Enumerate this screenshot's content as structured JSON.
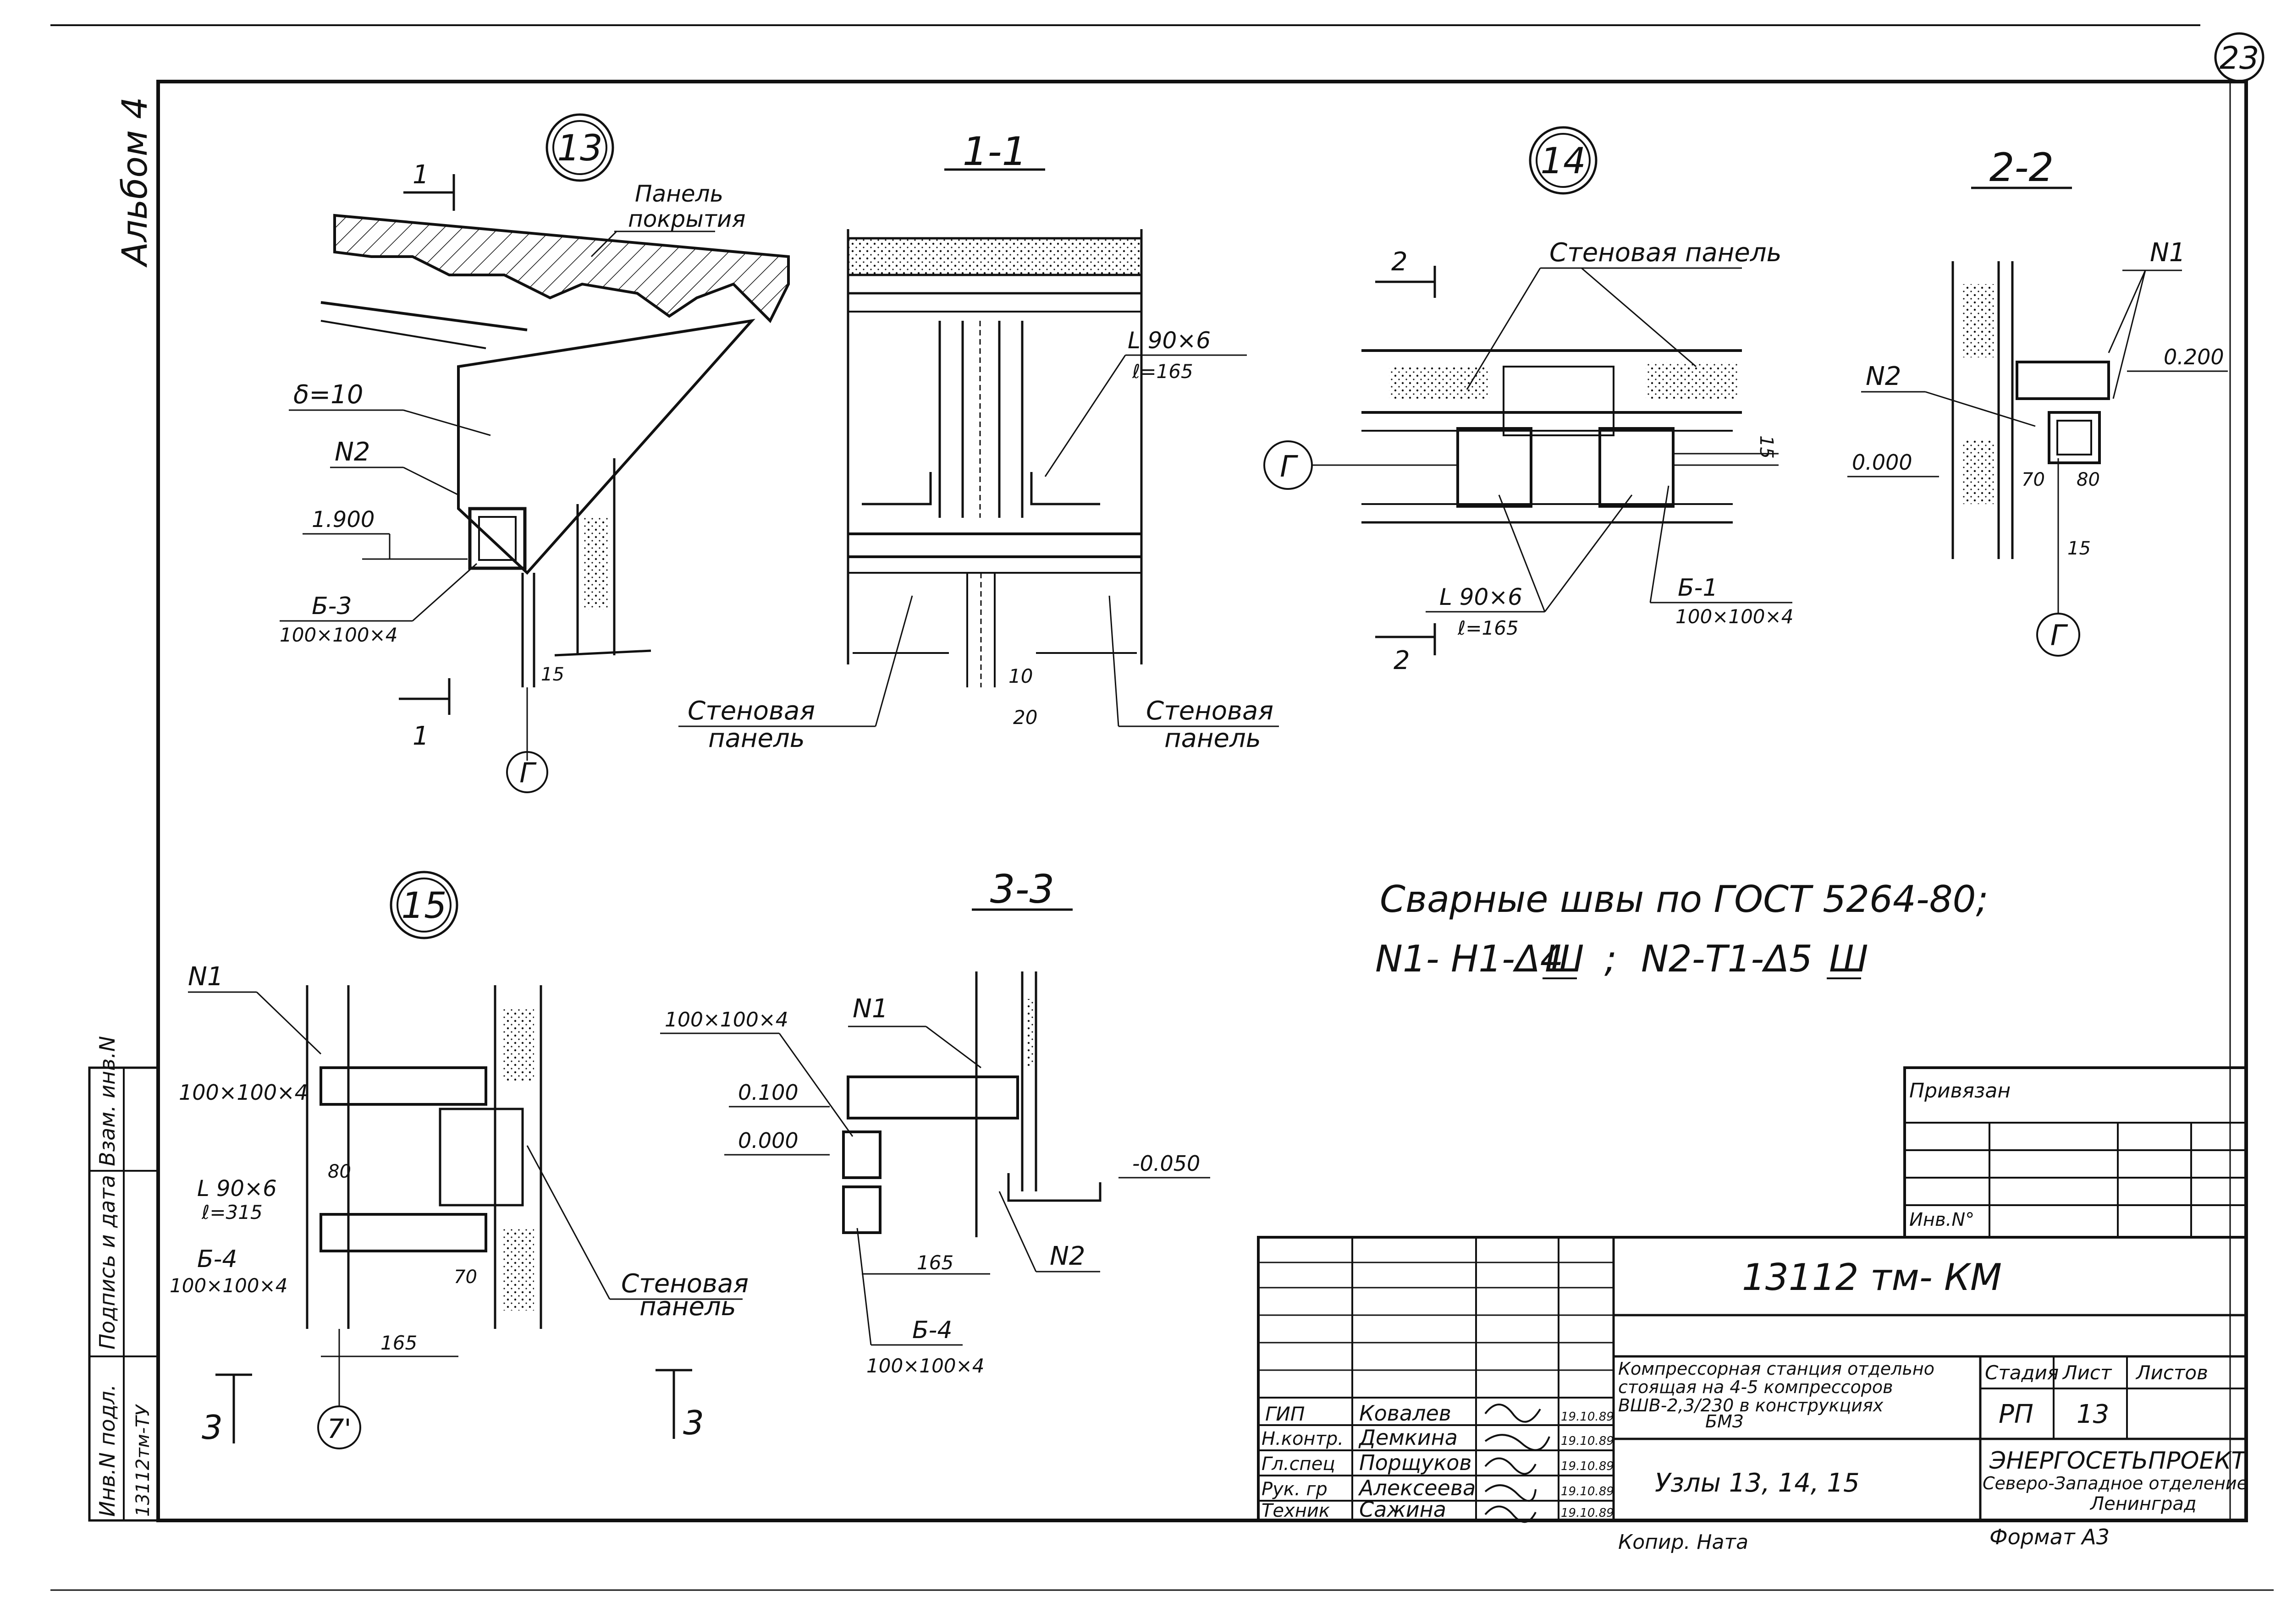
{
  "sheet": {
    "page_number": "23",
    "album": "Альбом 4",
    "note_line1": "Сварные швы по ГОСТ 5264-80;",
    "note_line2": "N1- Н1-Δ4",
    "note_line2_mark": "Ш",
    "note_line2_sep": ";",
    "note_line2_b": "N2-Т1-Δ5",
    "note_line2_b_mark": "Ш"
  },
  "nodes": {
    "n13": {
      "mark": "13",
      "panel_label_1": "Панель",
      "panel_label_2": "покрытия",
      "thickness": "δ=10",
      "weld_n2": "N2",
      "level": "1.900",
      "beam": "Б-3",
      "beam_size": "100×100×4",
      "dim_15": "15",
      "axis": "Г",
      "cut": "1"
    },
    "sec11": {
      "title": "1-1",
      "angle": "L 90×6",
      "angle_len": "ℓ=165",
      "wall_left_1": "Стеновая",
      "wall_left_2": "панель",
      "wall_right_1": "Стеновая",
      "wall_right_2": "панель",
      "dim_10": "10",
      "dim_20": "20"
    },
    "n14": {
      "mark": "14",
      "wall_panel": "Стеновая панель",
      "cut": "2",
      "axis": "Г",
      "dim_15": "15",
      "angle": "L 90×6",
      "angle_len": "ℓ=165",
      "beam": "Б-1",
      "beam_size": "100×100×4"
    },
    "sec22": {
      "title": "2-2",
      "weld_n1": "N1",
      "weld_n2": "N2",
      "level_top": "0.200",
      "level_bottom": "0.000",
      "dim_70": "70",
      "dim_80": "80",
      "dim_15": "15",
      "axis": "Г"
    },
    "n15": {
      "mark": "15",
      "weld_n1": "N1",
      "tube": "100×100×4",
      "dim_80": "80",
      "angle": "L 90×6",
      "angle_len": "ℓ=315",
      "beam": "Б-4",
      "beam_size": "100×100×4",
      "dim_70": "70",
      "dim_165": "165",
      "wall_1": "Стеновая",
      "wall_2": "панель",
      "axis": "7'",
      "cut": "3"
    },
    "sec33": {
      "title": "3-3",
      "tube": "100×100×4",
      "weld_n1": "N1",
      "level_1": "0.100",
      "level_2": "0.000",
      "level_3": "-0.050",
      "dim_165": "165",
      "weld_n2": "N2",
      "beam": "Б-4",
      "beam_size": "100×100×4"
    }
  },
  "stamp": {
    "privyazan": "Привязан",
    "inv_no": "Инв.N°",
    "code": "13112 тм- КМ",
    "project_desc_1": "Компрессорная станция отдельно",
    "project_desc_2": "стоящая на 4-5 компрессоров",
    "project_desc_3": "ВШВ-2,3/230 в конструкциях",
    "project_desc_4": "БМЗ",
    "sheet_title": "Узлы 13, 14, 15",
    "col_stage": "Стадия",
    "col_sheet": "Лист",
    "col_sheets": "Листов",
    "stage": "РП",
    "sheet_no": "13",
    "org_1": "ЭНЕРГОСЕТЬПРОЕКТ",
    "org_2": "Северо-Западное отделение",
    "org_3": "Ленинград",
    "copied": "Копир. Ната",
    "format": "Формат А3",
    "people": [
      {
        "role": "ГИП",
        "name": "Ковалев",
        "date": "19.10.89"
      },
      {
        "role": "Н.контр.",
        "name": "Демкина",
        "date": "19.10.89"
      },
      {
        "role": "Гл.спец",
        "name": "Порщуков",
        "date": "19.10.89"
      },
      {
        "role": "Рук. гр",
        "name": "Алексеева",
        "date": "19.10.89"
      },
      {
        "role": "Техник",
        "name": "Сажина",
        "date": "19.10.89"
      }
    ]
  },
  "side_stamp": {
    "col1": "Инв.N подл.",
    "col1_val": "13112тм-ТУ",
    "col2": "Подпись и дата",
    "col3": "Взам. инв.N"
  }
}
